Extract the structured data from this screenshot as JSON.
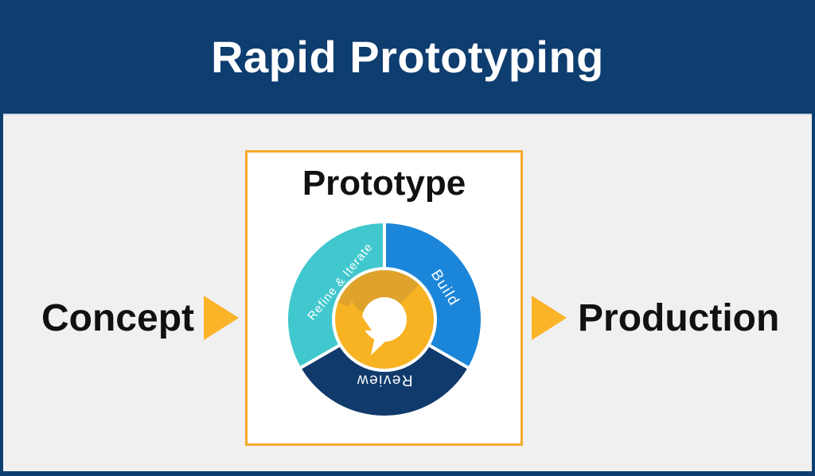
{
  "header": {
    "title": "Rapid Prototyping"
  },
  "flow": {
    "start_label": "Concept",
    "end_label": "Production",
    "arrow_color": "#FBB327"
  },
  "prototype_box": {
    "title": "Prototype",
    "border_color": "#F3A929",
    "wheel": {
      "segments": [
        {
          "label": "Build",
          "color": "#1B86D9"
        },
        {
          "label": "Review",
          "color": "#103A6B"
        },
        {
          "label": "Refine & Iterate",
          "color": "#40C8CE"
        }
      ],
      "gap_color": "#FFFFFF",
      "center_icon": "cycle-refresh-arrow-icon",
      "center_arrow_color": "#F8B322",
      "center_arrow_shadow_color": "#DFA32B"
    }
  },
  "theme": {
    "banner_color": "#0E3D6F",
    "content_background": "#F0F0F1",
    "text_color": "#111111",
    "title_text_color": "#FFFFFF"
  }
}
